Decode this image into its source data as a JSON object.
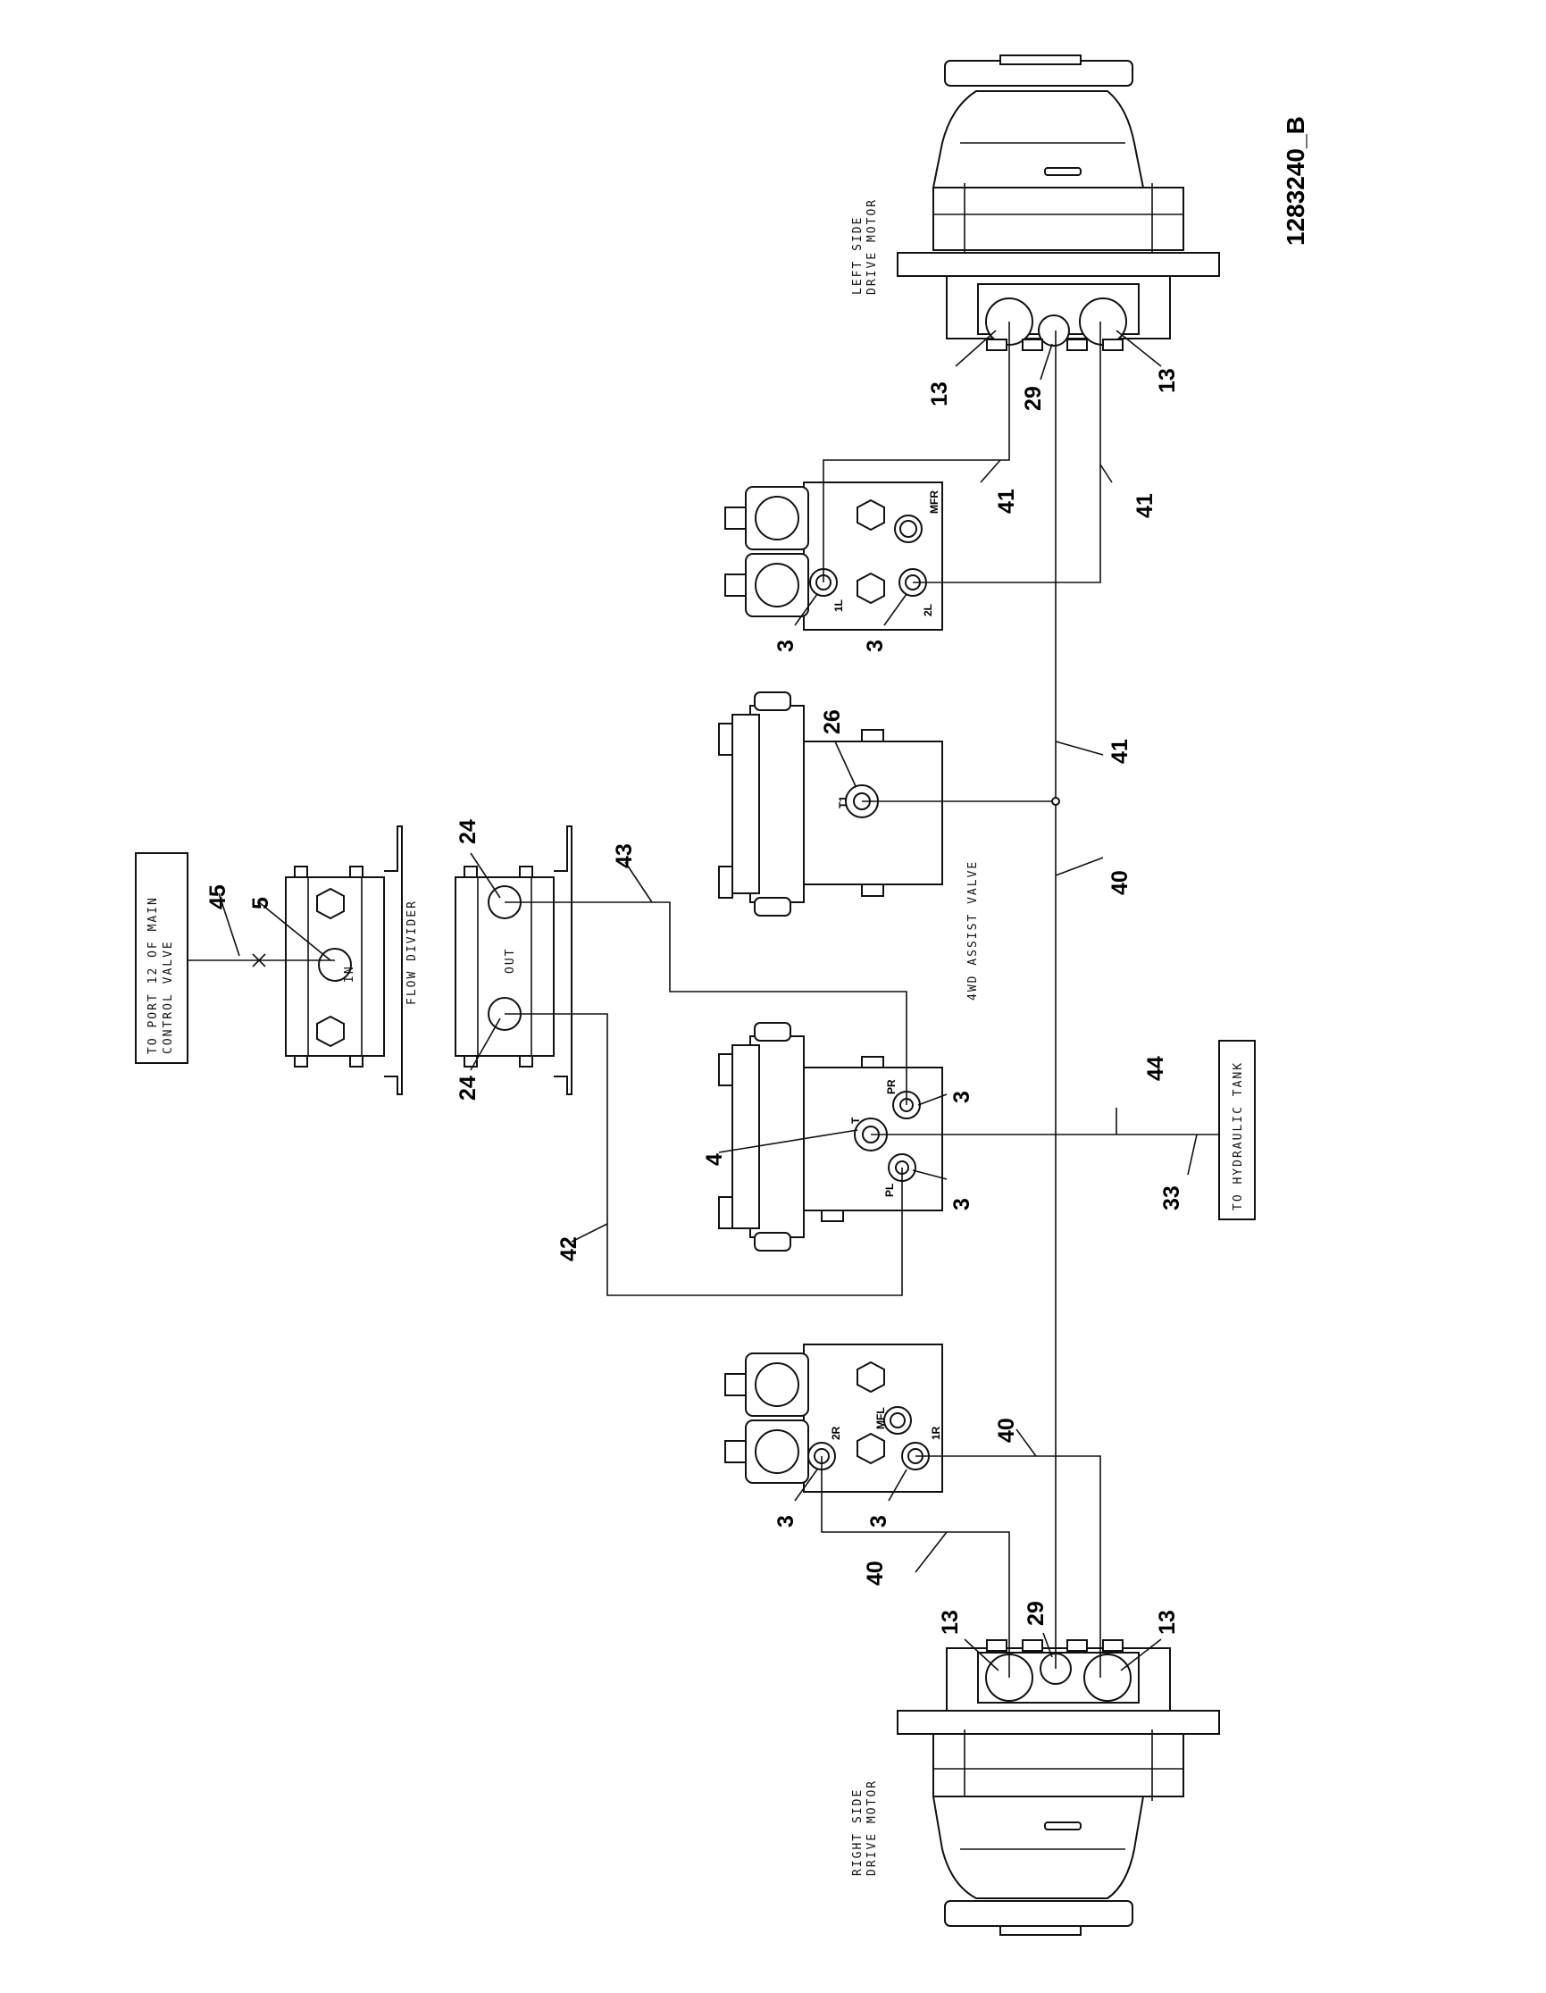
{
  "drawing_number": "1283240_B",
  "notes": {
    "to_port": [
      "TO PORT 12 OF MAIN",
      "CONTROL VALVE"
    ],
    "flow_divider": "FLOW DIVIDER",
    "assist_valve": "4WD ASSIST VALVE",
    "to_tank": "TO HYDRAULIC TANK",
    "left_motor": [
      "LEFT SIDE",
      "DRIVE MOTOR"
    ],
    "right_motor": [
      "RIGHT SIDE",
      "DRIVE MOTOR"
    ]
  },
  "ports": {
    "in": "IN",
    "out": "OUT",
    "t1": "T1",
    "t": "T",
    "pr": "PR",
    "pl": "PL",
    "mfr": "MFR",
    "mfl": "MFL",
    "p1l": "1L",
    "p2l": "2L",
    "p1r": "1R",
    "p2r": "2R"
  },
  "callouts": {
    "c45": "45",
    "c5": "5",
    "c24a": "24",
    "c24b": "24",
    "c43": "43",
    "c42": "42",
    "c26": "26",
    "c4": "4",
    "c3a": "3",
    "c3b": "3",
    "c3c": "3",
    "c3d": "3",
    "c3e": "3",
    "c3f": "3",
    "c44": "44",
    "c33": "33",
    "c41a": "41",
    "c41b": "41",
    "c41c": "41",
    "c40a": "40",
    "c40b": "40",
    "c40c": "40",
    "c13a": "13",
    "c13b": "13",
    "c13c": "13",
    "c13d": "13",
    "c29a": "29",
    "c29b": "29"
  }
}
